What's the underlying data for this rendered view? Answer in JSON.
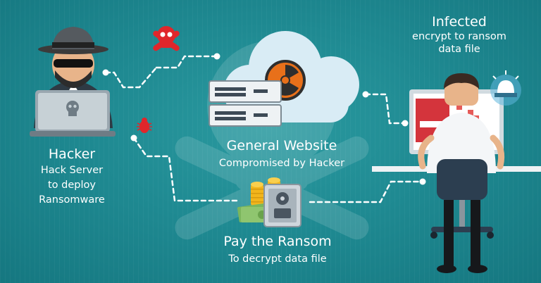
{
  "hacker": {
    "title": "Hacker",
    "lines": [
      "Hack Server",
      "to deploy",
      "Ransomware"
    ]
  },
  "website": {
    "title": "General Website",
    "subtitle": "Compromised by Hacker"
  },
  "infected": {
    "title": "Infected",
    "lines": [
      "encrypt to ransom",
      "data file"
    ]
  },
  "ransom": {
    "title": "Pay the Ransom",
    "subtitle": "To decrypt data file"
  },
  "colors": {
    "background": "#1f8a92",
    "cloud": "#d9ecf5",
    "danger": "#e0262b",
    "biohazard": "#e8701a",
    "screen": "#d4343c",
    "coin": "#f2b51c",
    "cash": "#7bb65c"
  },
  "icons": [
    "skull-crossbones-icon",
    "bug-icon",
    "biohazard-icon",
    "server-icon",
    "cloud-icon",
    "safe-icon",
    "coins-icon",
    "cash-icon",
    "alarm-light-icon",
    "monitor-icon",
    "office-chair-icon"
  ]
}
